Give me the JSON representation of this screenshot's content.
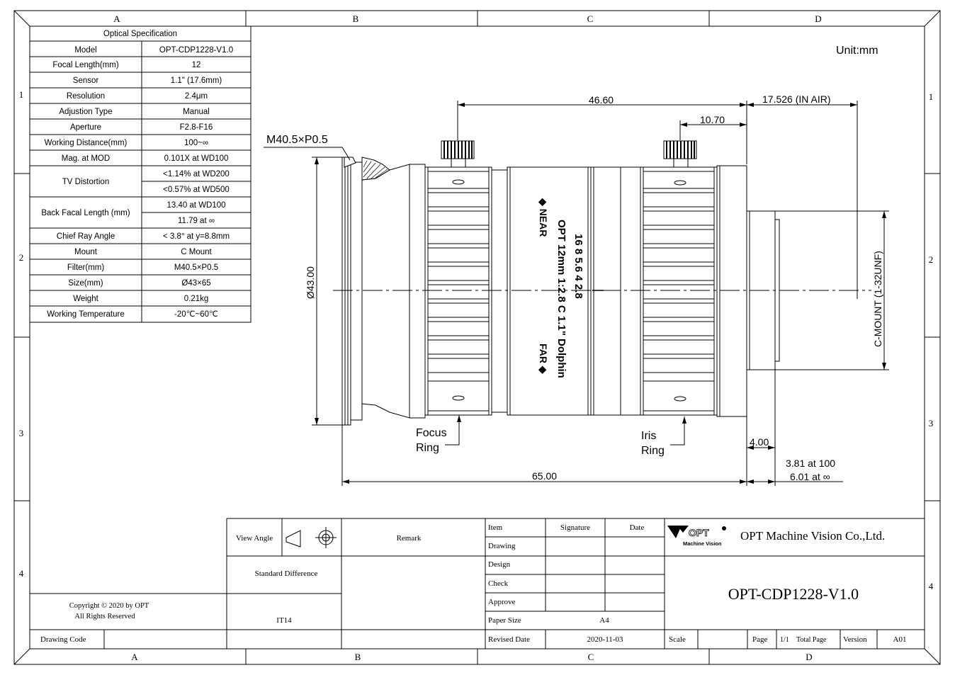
{
  "frame": {
    "columns": [
      "A",
      "B",
      "C",
      "D"
    ],
    "rows": [
      "1",
      "2",
      "3",
      "4"
    ]
  },
  "spec_table": {
    "title": "Optical Specification",
    "rows": [
      {
        "label": "Model",
        "value": "OPT-CDP1228-V1.0"
      },
      {
        "label": "Focal Length(mm)",
        "value": "12"
      },
      {
        "label": "Sensor",
        "value": "1.1\" (17.6mm)"
      },
      {
        "label": "Resolution",
        "value": "2.4μm"
      },
      {
        "label": "Adjustion Type",
        "value": "Manual"
      },
      {
        "label": "Aperture",
        "value": "F2.8-F16"
      },
      {
        "label": "Working Distance(mm)",
        "value": "100~∞"
      },
      {
        "label": "Mag. at MOD",
        "value": "0.101X at WD100"
      }
    ],
    "tv_distortion": {
      "label": "TV Distortion",
      "values": [
        "<1.14% at WD200",
        "<0.57% at WD500"
      ]
    },
    "bfl": {
      "label": "Back Facal Length (mm)",
      "values": [
        "13.40 at WD100",
        "11.79 at ∞"
      ]
    },
    "rows2": [
      {
        "label": "Chief Ray Angle",
        "value": "< 3.8° at y=8.8mm"
      },
      {
        "label": "Mount",
        "value": "C Mount"
      },
      {
        "label": "Filter(mm)",
        "value": "M40.5×P0.5"
      },
      {
        "label": "Size(mm)",
        "value": "Ø43×65"
      },
      {
        "label": "Weight",
        "value": "0.21kg"
      },
      {
        "label": "Working Temperature",
        "value": "-20℃~60℃"
      }
    ]
  },
  "unit": "Unit:mm",
  "dims": {
    "d_46_60": "46.60",
    "d_17_526": "17.526 (IN AIR)",
    "d_10_70": "10.70",
    "filter_thread": "M40.5×P0.5",
    "diameter": "Ø43.00",
    "mount_thread": "C-MOUNT (1-32UNF)",
    "d_4_00": "4.00",
    "d_65_00": "65.00",
    "d_3_81": "3.81 at 100",
    "d_6_01": "6.01 at ∞"
  },
  "lens_engraving": {
    "scale": "16 8 5.6 4 2.8",
    "name": "OPT 12mm 1:2.8 C 1.1\" Dolphin",
    "near": "◆ NEAR",
    "far": "FAR ◆"
  },
  "callouts": {
    "focus_line1": "Focus",
    "focus_line2": "Ring",
    "iris_line1": "Iris",
    "iris_line2": "Ring"
  },
  "title_block": {
    "view_angle": "View Angle",
    "remark": "Remark",
    "standard_difference": "Standard Difference",
    "tolerance": "IT14",
    "copyright_line1": "Copyright © 2020 by OPT",
    "copyright_line2": "All Rights Reserved",
    "drawing_code": "Drawing Code",
    "item": "Item",
    "signature": "Signature",
    "date": "Date",
    "drawing": "Drawing",
    "design": "Design",
    "check": "Check",
    "approve": "Approve",
    "paper_size": "Paper Size",
    "paper_size_value": "A4",
    "revised_date": "Revised Date",
    "revised_date_value": "2020-11-03",
    "logo_text": "OPT",
    "logo_sub": "Machine Vision",
    "company": "OPT Machine Vision Co.,Ltd.",
    "part_number": "OPT-CDP1228-V1.0",
    "scale": "Scale",
    "page": "Page",
    "page_value": "1/1",
    "total_page": "Total Page",
    "version": "Version",
    "version_value": "A01"
  }
}
